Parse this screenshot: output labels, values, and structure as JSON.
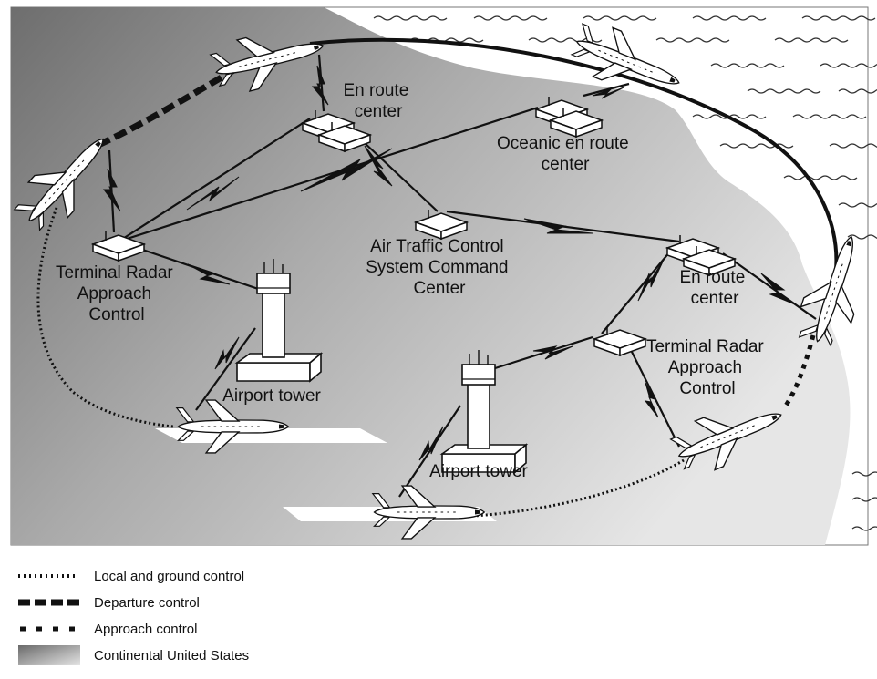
{
  "labels": {
    "en_route_center_top": [
      "En route",
      "center"
    ],
    "oceanic_center": [
      "Oceanic en route",
      "center"
    ],
    "atcscc": [
      "Air Traffic Control",
      "System Command",
      "Center"
    ],
    "tracon_left": [
      "Terminal Radar",
      "Approach",
      "Control"
    ],
    "tracon_right": [
      "Terminal Radar",
      "Approach",
      "Control"
    ],
    "en_route_center_right": [
      "En route",
      "center"
    ],
    "airport_tower_left": "Airport tower",
    "airport_tower_right": "Airport tower"
  },
  "legend": [
    {
      "key": "local",
      "label": "Local and ground control"
    },
    {
      "key": "departure",
      "label": "Departure control"
    },
    {
      "key": "approach",
      "label": "Approach control"
    },
    {
      "key": "continental",
      "label": "Continental United States"
    }
  ],
  "colors": {
    "land_dark": "#6e6e6e",
    "land_light": "#e2e2e2",
    "line": "#111111",
    "building": "#ffffff"
  }
}
